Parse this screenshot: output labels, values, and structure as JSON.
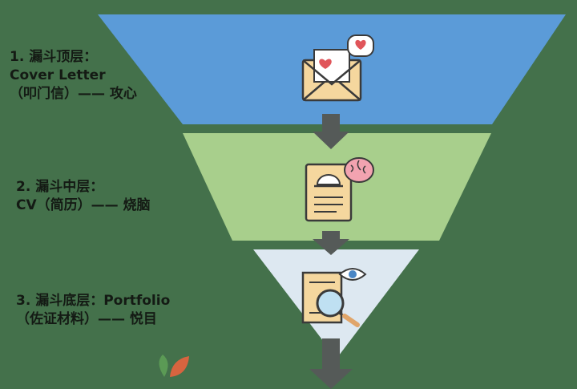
{
  "colors": {
    "background": "#44714b",
    "top_layer": "#5b9bd8",
    "middle_layer": "#a8cf8c",
    "bottom_layer": "#dde8f1",
    "arrow": "#555a58"
  },
  "layers": [
    {
      "title": "1. 漏斗顶层：",
      "line2": "Cover Letter",
      "line3": "（叩门信）—— 攻心",
      "icon": "envelope-heart-icon"
    },
    {
      "title": "2. 漏斗中层：",
      "line2": "CV（简历）—— 烧脑",
      "icon": "document-brain-icon"
    },
    {
      "title": "3. 漏斗底层：Portfolio",
      "line2": "（佐证材料）—— 悦目",
      "icon": "magnifier-eye-icon"
    }
  ]
}
